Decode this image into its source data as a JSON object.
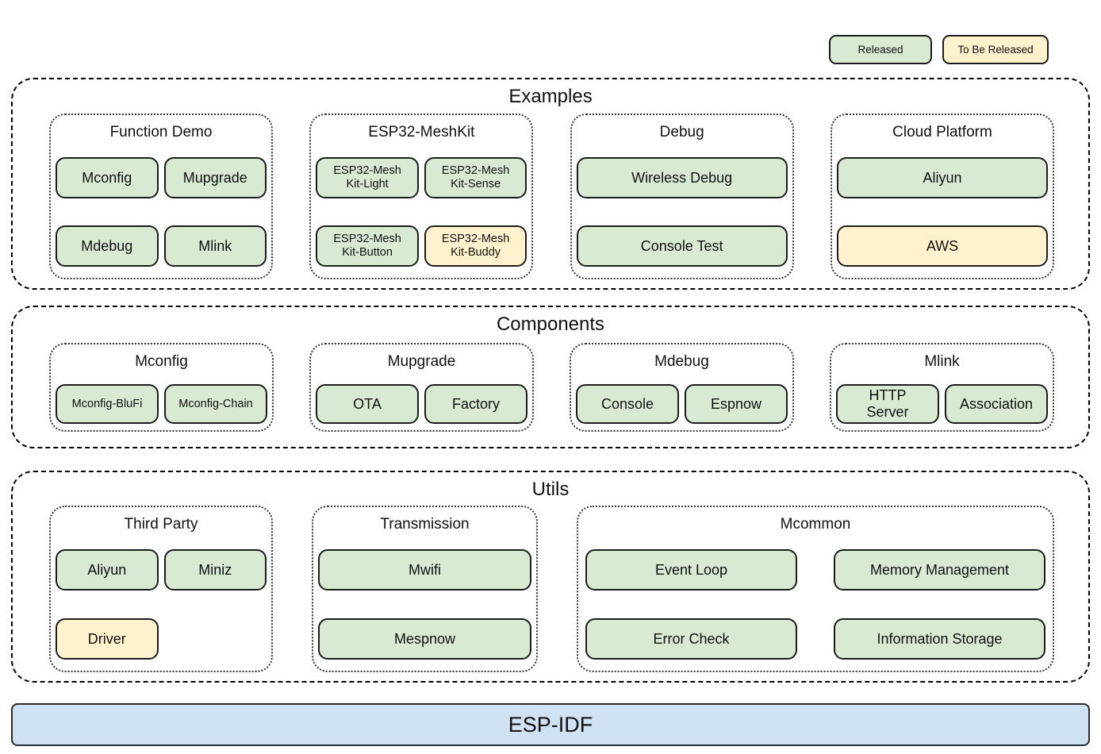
{
  "legend": {
    "released_label": "Released",
    "to_be_released_label": "To Be Released"
  },
  "colors": {
    "released_fill": "#d9ead3",
    "to_be_released_fill": "#fff2cc",
    "esp_idf_fill": "#cfe2f3",
    "box_border": "#1c1c1c"
  },
  "sections": [
    {
      "title": "Examples",
      "groups": [
        {
          "title": "Function Demo",
          "items": [
            {
              "label": "Mconfig",
              "status": "released"
            },
            {
              "label": "Mupgrade",
              "status": "released"
            },
            {
              "label": "Mdebug",
              "status": "released"
            },
            {
              "label": "Mlink",
              "status": "released"
            }
          ]
        },
        {
          "title": "ESP32-MeshKit",
          "items": [
            {
              "label": "ESP32-Mesh\nKit-Light",
              "status": "released"
            },
            {
              "label": "ESP32-Mesh\nKit-Sense",
              "status": "released"
            },
            {
              "label": "ESP32-Mesh\nKit-Button",
              "status": "released"
            },
            {
              "label": "ESP32-Mesh\nKit-Buddy",
              "status": "to_be_released"
            }
          ]
        },
        {
          "title": "Debug",
          "items": [
            {
              "label": "Wireless Debug",
              "status": "released"
            },
            {
              "label": "Console Test",
              "status": "released"
            }
          ]
        },
        {
          "title": "Cloud Platform",
          "items": [
            {
              "label": "Aliyun",
              "status": "released"
            },
            {
              "label": "AWS",
              "status": "to_be_released"
            }
          ]
        }
      ]
    },
    {
      "title": "Components",
      "groups": [
        {
          "title": "Mconfig",
          "items": [
            {
              "label": "Mconfig-BluFi",
              "status": "released"
            },
            {
              "label": "Mconfig-Chain",
              "status": "released"
            }
          ]
        },
        {
          "title": "Mupgrade",
          "items": [
            {
              "label": "OTA",
              "status": "released"
            },
            {
              "label": "Factory",
              "status": "released"
            }
          ]
        },
        {
          "title": "Mdebug",
          "items": [
            {
              "label": "Console",
              "status": "released"
            },
            {
              "label": "Espnow",
              "status": "released"
            }
          ]
        },
        {
          "title": "Mlink",
          "items": [
            {
              "label": "HTTP\nServer",
              "status": "released"
            },
            {
              "label": "Association",
              "status": "released"
            }
          ]
        }
      ]
    },
    {
      "title": "Utils",
      "groups": [
        {
          "title": "Third Party",
          "items": [
            {
              "label": "Aliyun",
              "status": "released"
            },
            {
              "label": "Miniz",
              "status": "released"
            },
            {
              "label": "Driver",
              "status": "to_be_released"
            }
          ]
        },
        {
          "title": "Transmission",
          "items": [
            {
              "label": "Mwifi",
              "status": "released"
            },
            {
              "label": "Mespnow",
              "status": "released"
            }
          ]
        },
        {
          "title": "Mcommon",
          "items": [
            {
              "label": "Event Loop",
              "status": "released"
            },
            {
              "label": "Memory Management",
              "status": "released"
            },
            {
              "label": "Error Check",
              "status": "released"
            },
            {
              "label": "Information Storage",
              "status": "released"
            }
          ]
        }
      ]
    }
  ],
  "base_layer": {
    "title": "ESP-IDF"
  }
}
